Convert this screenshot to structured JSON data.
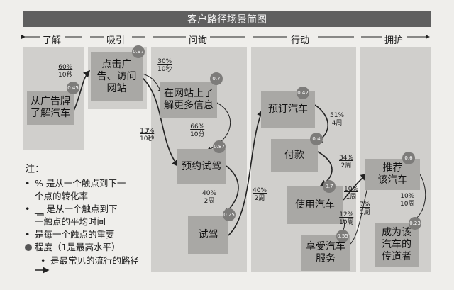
{
  "title": "客户路径场景简图",
  "stages": [
    "了解",
    "吸引",
    "问询",
    "行动",
    "拥护"
  ],
  "nodes": {
    "ad": "从广告牌\n了解汽车",
    "click": "点击广\n告、访问\n网站",
    "info": "在网站上了\n解更多信息",
    "book": "预约试驾",
    "drive": "试驾",
    "order": "预订汽车",
    "pay": "付款",
    "use": "使用汽车",
    "service": "享受汽车\n服务",
    "recommend": "推荐\n该汽车",
    "advocate": "成为该\n汽车的\n传道者"
  },
  "badges": {
    "ad": "0.45",
    "click": "0.97",
    "info": "0.7",
    "book": "0.87",
    "drive": "0.25",
    "order": "0.42",
    "pay": "0.4",
    "use": "0.7",
    "service": "0.55",
    "recommend": "0.6",
    "advocate": "0.23"
  },
  "edges": {
    "ad_click": [
      "60%",
      "10秒"
    ],
    "click_info": [
      "30%",
      "10秒"
    ],
    "click_book": [
      "13%",
      "10秒"
    ],
    "info_book": [
      "66%",
      "10分"
    ],
    "book_drive": [
      "40%",
      "2周"
    ],
    "drive_order": [
      "40%",
      "2周"
    ],
    "order_pay": [
      "51%",
      "4周"
    ],
    "pay_use": [
      "34%",
      "2周"
    ],
    "use_recommend": [
      "10%",
      "1周"
    ],
    "use_service": [
      "12%",
      "10周"
    ],
    "service_recommend": [
      "7%",
      "1周"
    ],
    "recommend_advocate": [
      "10%",
      "10周"
    ]
  },
  "notes": {
    "title": "注：",
    "items": [
      "% 是从一个触点到下一个点的转化率",
      "__ 是从一个触点到下一触点的平均时间",
      "是每一个触点的重要程度（1是最高水平）",
      "是最常见的流行的路径"
    ],
    "item_lines": [
      [
        "% 是从一个触点到下一",
        "个点的转化率"
      ],
      [
        "__ 是从一个触点到下",
        "一触点的平均时间"
      ],
      [
        "是每一个触点的重要",
        "程度（1是最高水平）"
      ],
      [
        "是最常见的流行的路径"
      ]
    ]
  },
  "colors": {
    "stage_bg": "#d0cfcc",
    "node": "#a9a8a5",
    "badge": "#7d7c7a",
    "header": "#5f5f5f",
    "paper": "#efeeeb"
  }
}
